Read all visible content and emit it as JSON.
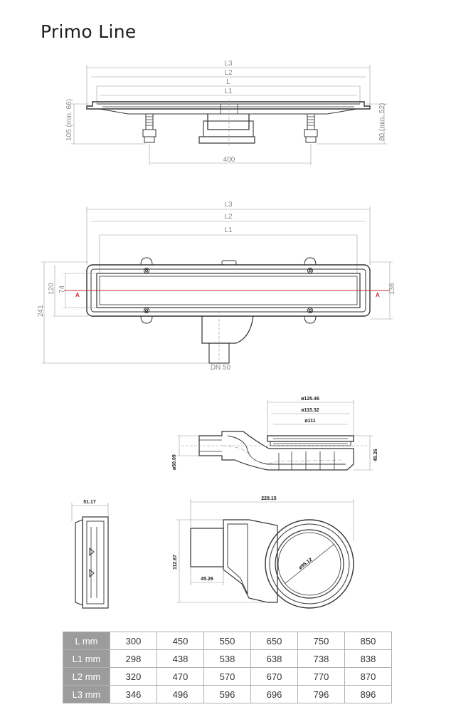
{
  "title": "Primo Line",
  "view1": {
    "dims": [
      "L3",
      "L2",
      "L",
      "L1"
    ],
    "height_left": "105 (min. 66)",
    "height_right": "80 (min. 52)",
    "width": "400"
  },
  "view2": {
    "dims": [
      "L3",
      "L2",
      "L1"
    ],
    "left_outer": "241",
    "left_mid": "120",
    "left_inner": "74",
    "right": "136",
    "section_mark": "A",
    "outlet": "DN 50"
  },
  "view3": {
    "d1": "ø125.46",
    "d2": "ø115.32",
    "d3": "ø111",
    "height": "45.26",
    "pipe": "ø50.09"
  },
  "view4": {
    "side_width": "51.17",
    "length": "228.15",
    "height": "112.67",
    "offset": "45.26",
    "inner_d": "ø95.12"
  },
  "table": {
    "rows": [
      {
        "label": "L mm",
        "values": [
          "300",
          "450",
          "550",
          "650",
          "750",
          "850"
        ]
      },
      {
        "label": "L1 mm",
        "values": [
          "298",
          "438",
          "538",
          "638",
          "738",
          "838"
        ]
      },
      {
        "label": "L2 mm",
        "values": [
          "320",
          "470",
          "570",
          "670",
          "770",
          "870"
        ]
      },
      {
        "label": "L3 mm",
        "values": [
          "346",
          "496",
          "596",
          "696",
          "796",
          "896"
        ]
      }
    ]
  }
}
